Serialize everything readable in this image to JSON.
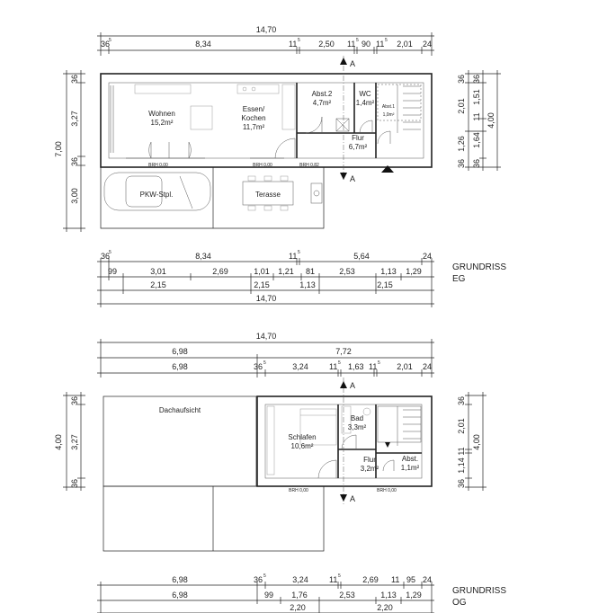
{
  "eg": {
    "dims_top": {
      "total": "14,70",
      "row": [
        "36",
        "8,34",
        "11",
        "2,50",
        "11",
        "90",
        "11",
        "2,01",
        "24"
      ],
      "row_sup": [
        "5",
        "5",
        "5",
        "5"
      ]
    },
    "dims_left": {
      "total": "7,00",
      "a": "3,27",
      "b": "3,00",
      "c1": "36",
      "c2": "36",
      "sup": "5"
    },
    "dims_right": {
      "a": "2,01",
      "b": "1,51",
      "c": "1,26",
      "d": "1,64",
      "e": "11",
      "f": "4,00",
      "s1": "36",
      "s2": "36",
      "s3": "36",
      "s4": "36",
      "sup": "5"
    },
    "rooms": {
      "wohnen": {
        "name": "Wohnen",
        "area": "15,2m²"
      },
      "essen": {
        "name": "Essen/",
        "name2": "Kochen",
        "area": "11,7m²"
      },
      "abst2": {
        "name": "Abst.2",
        "area": "4,7m²"
      },
      "wc": {
        "name": "WC",
        "area": "1,4m²"
      },
      "abst1": {
        "name": "Abst.1",
        "area": "1,0m²"
      },
      "flur": {
        "name": "Flur",
        "area": "6,7m²"
      },
      "pkw": {
        "name": "PKW-Stpl."
      },
      "terasse": {
        "name": "Terasse"
      }
    },
    "brh": [
      "BRH 0,00",
      "BRH 0,00",
      "BRH 0,82"
    ],
    "section_mark": "A",
    "dims_bottom": {
      "r1": [
        "36",
        "8,34",
        "11",
        "5,64",
        "24"
      ],
      "r2": [
        "99",
        "3,01",
        "2,69",
        "1,01",
        "1,21",
        "81",
        "2,53",
        "1,13",
        "1,29"
      ],
      "r3": [
        "2,15",
        "2,15",
        "1,13",
        "2,15"
      ],
      "total": "14,70"
    },
    "title1": "GRUNDRISS",
    "title2": "EG"
  },
  "og": {
    "dims_top": {
      "total": "14,70",
      "r1": [
        "6,98",
        "7,72"
      ],
      "r2": [
        "6,98",
        "36",
        "3,24",
        "11",
        "1,63",
        "11",
        "2,01",
        "24"
      ]
    },
    "dims_left": {
      "a": "4,00",
      "b": "3,27",
      "c1": "36",
      "c2": "36",
      "sup": "5"
    },
    "dims_right": {
      "a": "36",
      "b": "2,01",
      "c": "11",
      "d": "1,14",
      "e": "36",
      "f": "4,00",
      "sup": "5"
    },
    "rooms": {
      "dach": {
        "name": "Dachaufsicht"
      },
      "schlafen": {
        "name": "Schlafen",
        "area": "10,6m²"
      },
      "bad": {
        "name": "Bad",
        "area": "3,3m²"
      },
      "flur": {
        "name": "Flur",
        "area": "3,2m²"
      },
      "abst": {
        "name": "Abst.",
        "area": "1,1m²"
      }
    },
    "brh": [
      "BRH 0,00",
      "BRH 0,00"
    ],
    "section_mark": "A",
    "dims_bottom": {
      "r1": [
        "6,98",
        "36",
        "3,24",
        "11",
        "2,69",
        "11",
        "95",
        "24"
      ],
      "r2": [
        "6,98",
        "99",
        "1,76",
        "2,53",
        "1,13",
        "1,29"
      ],
      "r3": [
        "2,20",
        "2,20"
      ]
    },
    "title1": "GRUNDRISS",
    "title2": "OG"
  }
}
